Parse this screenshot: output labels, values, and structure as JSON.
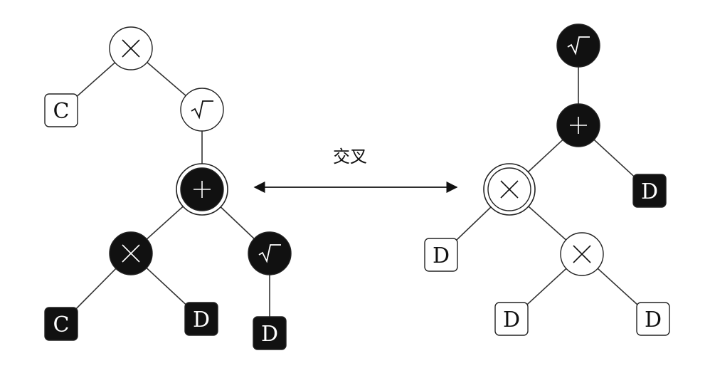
{
  "label": "交叉",
  "colors": {
    "dark": "#111111",
    "light": "#ffffff",
    "line": "#333333"
  },
  "trees": [
    {
      "name": "left",
      "nodes": [
        {
          "id": "l-times-root",
          "kind": "op",
          "symbol": "×",
          "fill": "light"
        },
        {
          "id": "l-c1",
          "kind": "leaf",
          "symbol": "C",
          "fill": "light"
        },
        {
          "id": "l-sqrt-1",
          "kind": "op",
          "symbol": "√",
          "fill": "light"
        },
        {
          "id": "l-plus",
          "kind": "op",
          "symbol": "+",
          "fill": "dark",
          "selected": true
        },
        {
          "id": "l-times-2",
          "kind": "op",
          "symbol": "×",
          "fill": "dark"
        },
        {
          "id": "l-sqrt-2",
          "kind": "op",
          "symbol": "√",
          "fill": "dark"
        },
        {
          "id": "l-c2",
          "kind": "leaf",
          "symbol": "C",
          "fill": "dark"
        },
        {
          "id": "l-d1",
          "kind": "leaf",
          "symbol": "D",
          "fill": "dark"
        },
        {
          "id": "l-d2",
          "kind": "leaf",
          "symbol": "D",
          "fill": "dark"
        }
      ],
      "edges": [
        [
          "l-times-root",
          "l-c1"
        ],
        [
          "l-times-root",
          "l-sqrt-1"
        ],
        [
          "l-sqrt-1",
          "l-plus"
        ],
        [
          "l-plus",
          "l-times-2"
        ],
        [
          "l-plus",
          "l-sqrt-2"
        ],
        [
          "l-times-2",
          "l-c2"
        ],
        [
          "l-times-2",
          "l-d1"
        ],
        [
          "l-sqrt-2",
          "l-d2"
        ]
      ]
    },
    {
      "name": "right",
      "nodes": [
        {
          "id": "r-sqrt",
          "kind": "op",
          "symbol": "√",
          "fill": "dark"
        },
        {
          "id": "r-plus",
          "kind": "op",
          "symbol": "+",
          "fill": "dark"
        },
        {
          "id": "r-times-1",
          "kind": "op",
          "symbol": "×",
          "fill": "light",
          "selected": true
        },
        {
          "id": "r-d1",
          "kind": "leaf",
          "symbol": "D",
          "fill": "dark"
        },
        {
          "id": "r-d2",
          "kind": "leaf",
          "symbol": "D",
          "fill": "light"
        },
        {
          "id": "r-times-2",
          "kind": "op",
          "symbol": "×",
          "fill": "light"
        },
        {
          "id": "r-d3",
          "kind": "leaf",
          "symbol": "D",
          "fill": "light"
        },
        {
          "id": "r-d4",
          "kind": "leaf",
          "symbol": "D",
          "fill": "light"
        }
      ],
      "edges": [
        [
          "r-sqrt",
          "r-plus"
        ],
        [
          "r-plus",
          "r-times-1"
        ],
        [
          "r-plus",
          "r-d1"
        ],
        [
          "r-times-1",
          "r-d2"
        ],
        [
          "r-times-1",
          "r-times-2"
        ],
        [
          "r-times-2",
          "r-d3"
        ],
        [
          "r-times-2",
          "r-d4"
        ]
      ]
    }
  ],
  "crossover_arrow": {
    "from": "l-plus",
    "to": "r-times-1",
    "bidirectional": true
  }
}
